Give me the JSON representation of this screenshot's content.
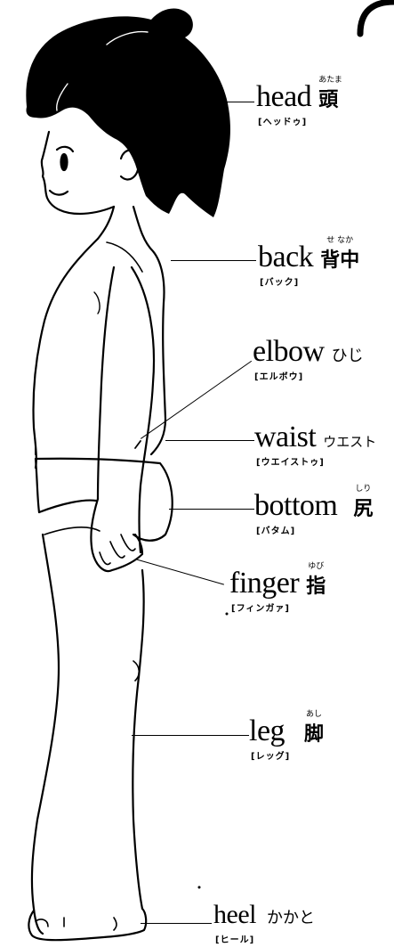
{
  "labels": [
    {
      "id": "head",
      "en": "head",
      "jp": "頭",
      "ruby": "あたま",
      "kata": "[ヘッドゥ]"
    },
    {
      "id": "back",
      "en": "back",
      "jp": "背中",
      "ruby": "せ なか",
      "kata": "[バック]"
    },
    {
      "id": "elbow",
      "en": "elbow",
      "jp": "ひじ",
      "ruby": "",
      "kata": "[エルボウ]"
    },
    {
      "id": "waist",
      "en": "waist",
      "jp": "ウエスト",
      "ruby": "",
      "kata": "[ウエイストゥ]"
    },
    {
      "id": "bottom",
      "en": "bottom",
      "jp": "尻",
      "ruby": "しり",
      "kata": "[バタム]"
    },
    {
      "id": "finger",
      "en": "finger",
      "jp": "指",
      "ruby": "ゆび",
      "kata": "[フィンガァ]"
    },
    {
      "id": "leg",
      "en": "leg",
      "jp": "脚",
      "ruby": "あし",
      "kata": "[レッグ]"
    },
    {
      "id": "heel",
      "en": "heel",
      "jp": "かかと",
      "ruby": "",
      "kata": "[ヒール]"
    }
  ]
}
